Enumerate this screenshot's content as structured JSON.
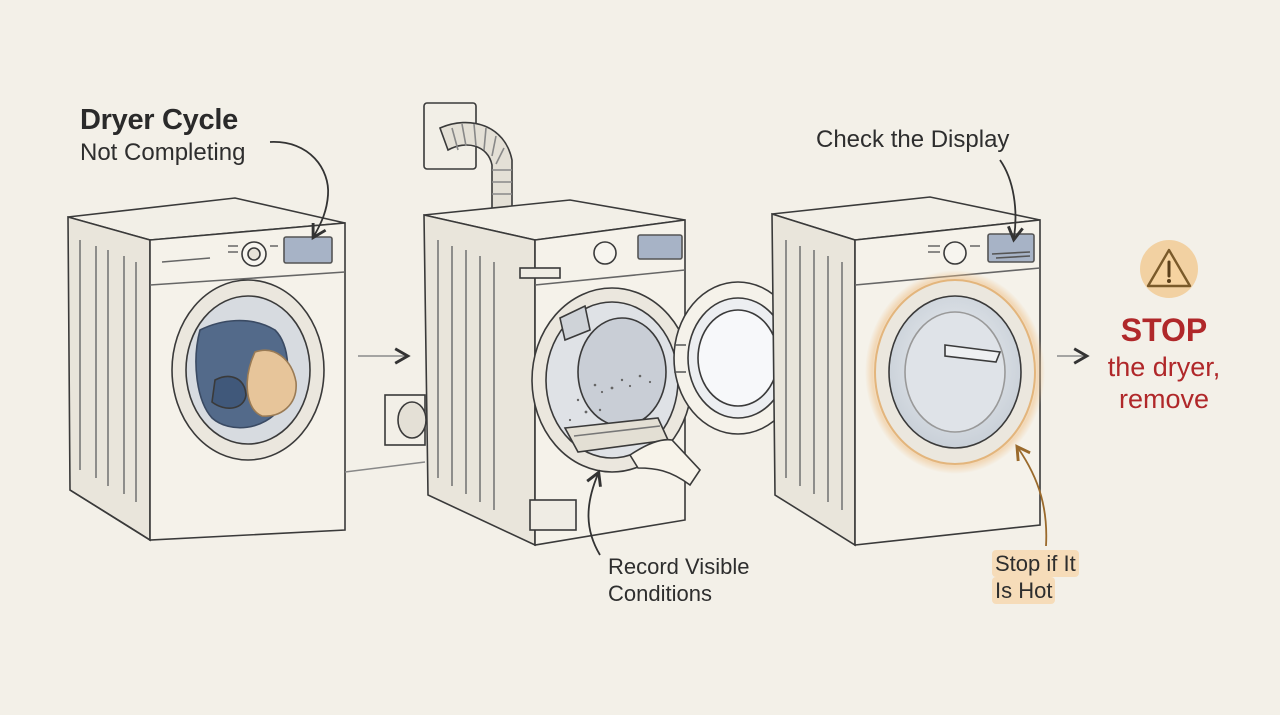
{
  "title": {
    "main": "Dryer Cycle",
    "sub": "Not Completing"
  },
  "steps": {
    "check_display": "Check the Display",
    "record_line1": "Record Visible",
    "record_line2": "Conditions",
    "hot_line1": "Stop if It",
    "hot_line2": "Is Hot"
  },
  "stop": {
    "word": "STOP",
    "line1": "the dryer,",
    "line2": "remove"
  },
  "colors": {
    "background": "#f3f0e8",
    "stop_text": "#b0282a",
    "warning_fill": "#f2c78b",
    "highlight": "#f6dcb9",
    "hot_glow": "#eec79a",
    "display_panel": "#a7b3c6"
  },
  "icons": [
    "warning-icon",
    "arrow-right-icon",
    "curved-pointer-arrow-icon"
  ]
}
